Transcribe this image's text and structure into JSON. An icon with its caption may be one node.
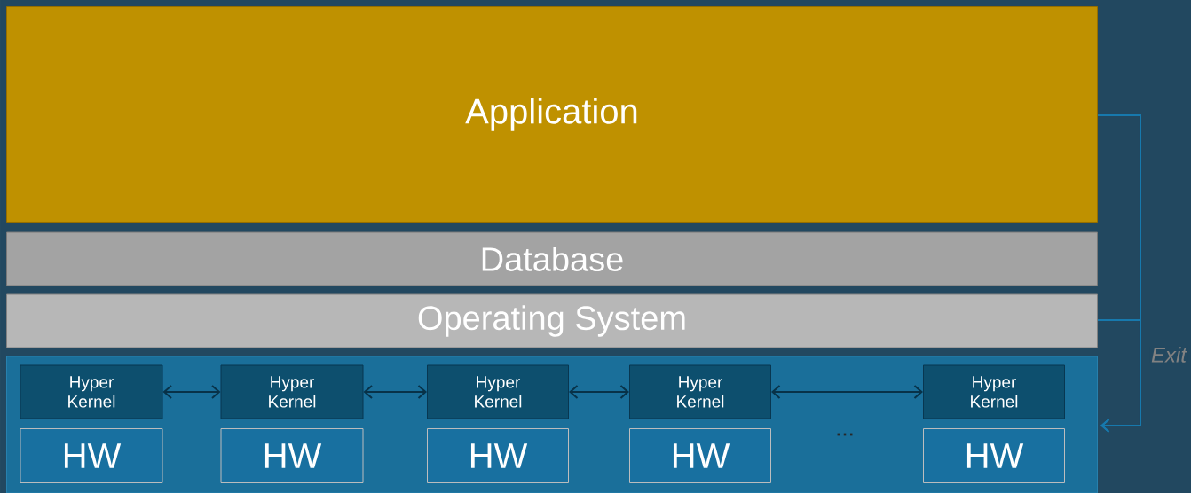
{
  "diagram": {
    "nodes": [
      {
        "text": [
          "Application"
        ]
      },
      {
        "text": [
          "Database"
        ]
      },
      {
        "text": [
          "Operating System"
        ]
      },
      {
        "text": [],
        "shape": "box"
      },
      {
        "text": [
          "Hyper Kernel"
        ],
        "in": 3
      },
      {
        "text": [
          "Hyper Kernel"
        ],
        "in": 3
      },
      {
        "text": [
          "Hyper Kernel"
        ],
        "in": 3
      },
      {
        "text": [
          "Hyper Kernel"
        ],
        "in": 3
      },
      {
        "text": [
          "Hyper Kernel"
        ],
        "in": 3
      },
      {
        "text": [
          "HW"
        ],
        "in": 3
      },
      {
        "text": [
          "HW"
        ],
        "in": 3
      },
      {
        "text": [
          "HW"
        ],
        "in": 3
      },
      {
        "text": [
          "HW"
        ],
        "in": 3
      },
      {
        "text": [
          "HW"
        ],
        "in": 3
      }
    ],
    "edges": [
      {
        "from": 4,
        "to": 5,
        "arrow": "both"
      },
      {
        "from": 5,
        "to": 6,
        "arrow": "both"
      },
      {
        "from": 6,
        "to": 7,
        "arrow": "both"
      },
      {
        "from": 7,
        "to": 8,
        "arrow": "both"
      },
      {
        "from": 0,
        "to": 3,
        "arrow": "to",
        "color": "#1779ad"
      },
      {
        "from": 2,
        "to": 3,
        "arrow": "to",
        "color": "#1779ad",
        "label": "Exit"
      }
    ],
    "labels": [
      "..."
    ]
  }
}
